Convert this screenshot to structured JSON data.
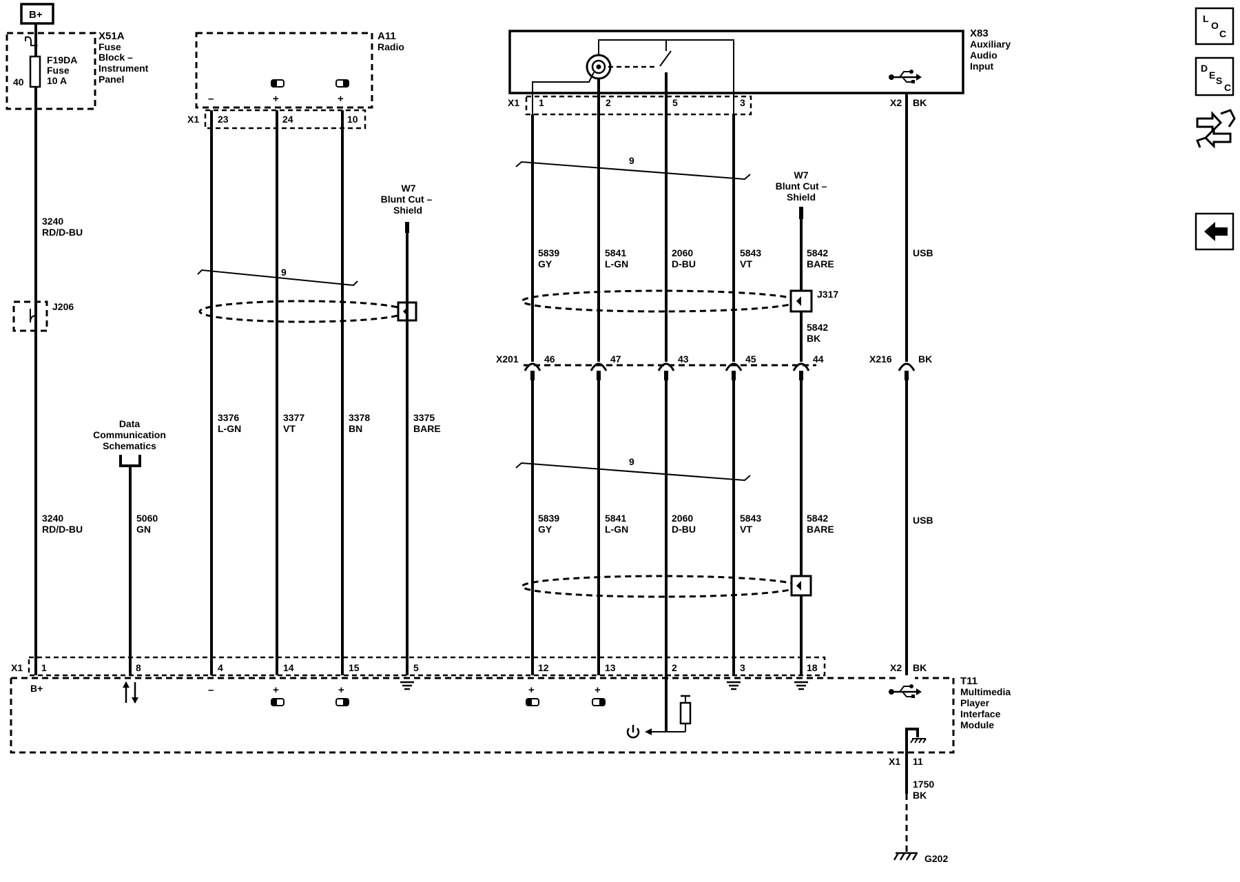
{
  "power": {
    "bplus": "B+"
  },
  "fuse_block": {
    "id": "X51A",
    "name_lines": [
      "Fuse",
      "Block –",
      "Instrument",
      "Panel"
    ],
    "fuse_id": "F19DA",
    "fuse_label": "Fuse",
    "fuse_rating": "10 A",
    "pin": "40"
  },
  "radio": {
    "id": "A11",
    "name": "Radio",
    "connector": "X1",
    "pins": [
      "23",
      "24",
      "10"
    ],
    "pin_signs": [
      "–",
      "+",
      "+"
    ]
  },
  "aux_input": {
    "id": "X83",
    "name_lines": [
      "Auxiliary",
      "Audio",
      "Input"
    ],
    "connector": "X1",
    "pins": [
      "1",
      "2",
      "5",
      "3"
    ],
    "usb_connector": "X2",
    "usb_pin": "BK"
  },
  "splice": "J206",
  "shield_left": {
    "id": "W7",
    "name_lines": [
      "Blunt Cut –",
      "Shield"
    ]
  },
  "shield_right": {
    "id": "W7",
    "name_lines": [
      "Blunt Cut –",
      "Shield"
    ]
  },
  "twist_count": "9",
  "wires_left": [
    {
      "circuit": "3240",
      "color": "RD/D-BU"
    },
    {
      "circuit": "3376",
      "color": "L-GN"
    },
    {
      "circuit": "3377",
      "color": "VT"
    },
    {
      "circuit": "3378",
      "color": "BN"
    },
    {
      "circuit": "3375",
      "color": "BARE"
    },
    {
      "circuit": "5060",
      "color": "GN"
    }
  ],
  "data_comm": [
    "Data",
    "Communication",
    "Schematics"
  ],
  "wires_right": [
    {
      "circuit": "5839",
      "color": "GY"
    },
    {
      "circuit": "5841",
      "color": "L-GN"
    },
    {
      "circuit": "2060",
      "color": "D-BU"
    },
    {
      "circuit": "5843",
      "color": "VT"
    },
    {
      "circuit": "5842",
      "color": "BARE"
    }
  ],
  "usb_label": "USB",
  "j317": {
    "id": "J317",
    "circuit": "5842",
    "color": "BK"
  },
  "x201": {
    "id": "X201",
    "pins": [
      "46",
      "47",
      "43",
      "45",
      "44"
    ]
  },
  "x216": {
    "id": "X216",
    "pin": "BK"
  },
  "module": {
    "id": "T11",
    "name_lines": [
      "Multimedia",
      "Player",
      "Interface",
      "Module"
    ],
    "connector": "X1",
    "pins": [
      "1",
      "8",
      "4",
      "14",
      "15",
      "5",
      "12",
      "13",
      "2",
      "3",
      "18"
    ],
    "bplus": "B+",
    "usb_connector": "X2",
    "usb_pin": "BK",
    "ground_connector": "X1",
    "ground_pin": "11"
  },
  "ground_wire": {
    "circuit": "1750",
    "color": "BK"
  },
  "ground": "G202",
  "nav": {
    "loc": [
      "L",
      "O",
      "C"
    ],
    "desc": [
      "D",
      "E",
      "S",
      "C"
    ]
  }
}
